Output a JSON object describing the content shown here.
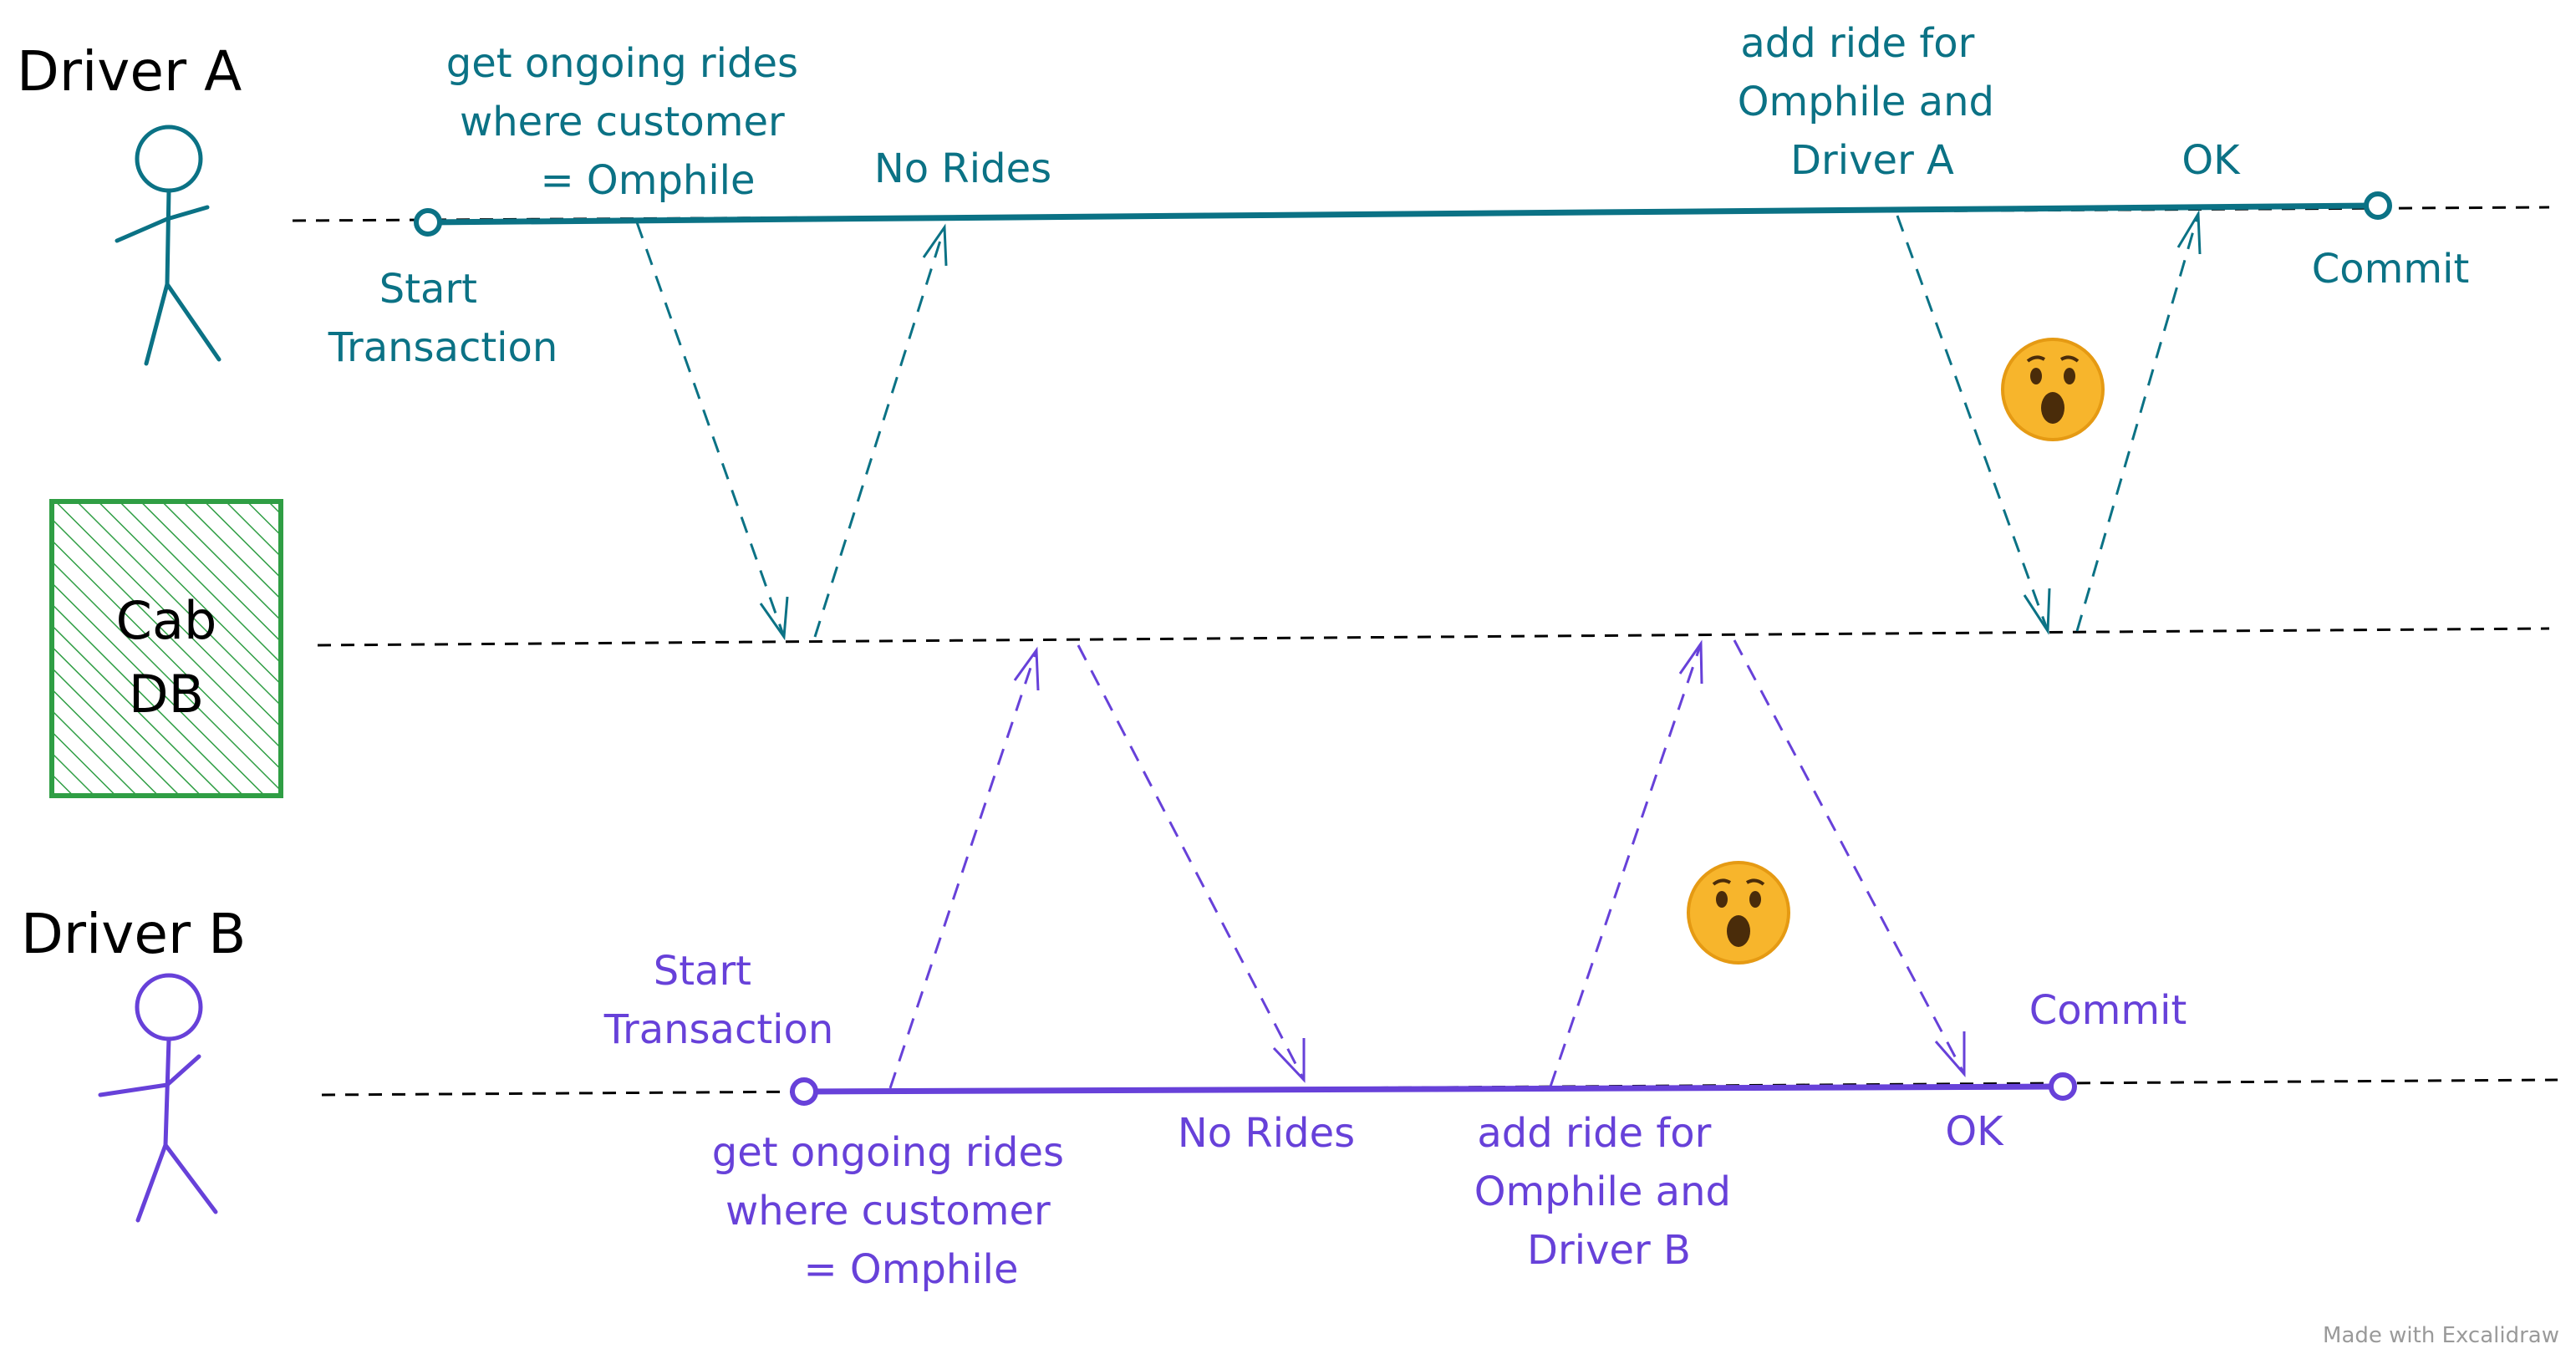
{
  "diagram": {
    "colors": {
      "driver_a": "#0b7285",
      "driver_b": "#6741d9",
      "db": "#2f9e44",
      "line": "#000000"
    },
    "driver_a": {
      "name": "Driver A",
      "start": [
        "Start",
        "Transaction"
      ],
      "query": [
        "get ongoing rides",
        "where customer",
        "= Omphile"
      ],
      "no_rides": "No Rides",
      "add": [
        "add ride for",
        "Omphile and",
        "Driver A"
      ],
      "ok": "OK",
      "commit": "Commit"
    },
    "db": {
      "label": [
        "Cab",
        "DB"
      ]
    },
    "driver_b": {
      "name": "Driver B",
      "start": [
        "Start",
        "Transaction"
      ],
      "query": [
        "get ongoing rides",
        "where customer",
        "= Omphile"
      ],
      "no_rides": "No Rides",
      "add": [
        "add ride for",
        "Omphile and",
        "Driver B"
      ],
      "ok": "OK",
      "commit": "Commit"
    },
    "icons": [
      "stick-figure-icon",
      "stick-figure-icon",
      "surprised-face-icon",
      "surprised-face-icon"
    ],
    "watermark": "Made with Excalidraw"
  }
}
